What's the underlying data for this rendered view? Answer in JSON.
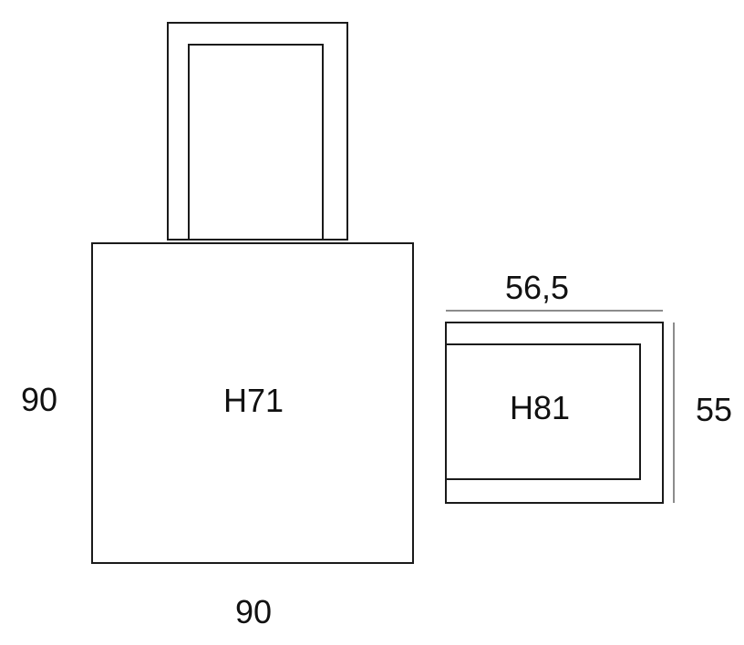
{
  "table": {
    "height_label": "H71",
    "width_dimension": "90",
    "depth_dimension": "90"
  },
  "chair_back": {},
  "armchair": {
    "height_label": "H81",
    "width_dimension": "56,5",
    "depth_dimension": "55"
  },
  "colors": {
    "stroke": "#1a1a1a",
    "text": "#111111",
    "background": "#ffffff"
  }
}
